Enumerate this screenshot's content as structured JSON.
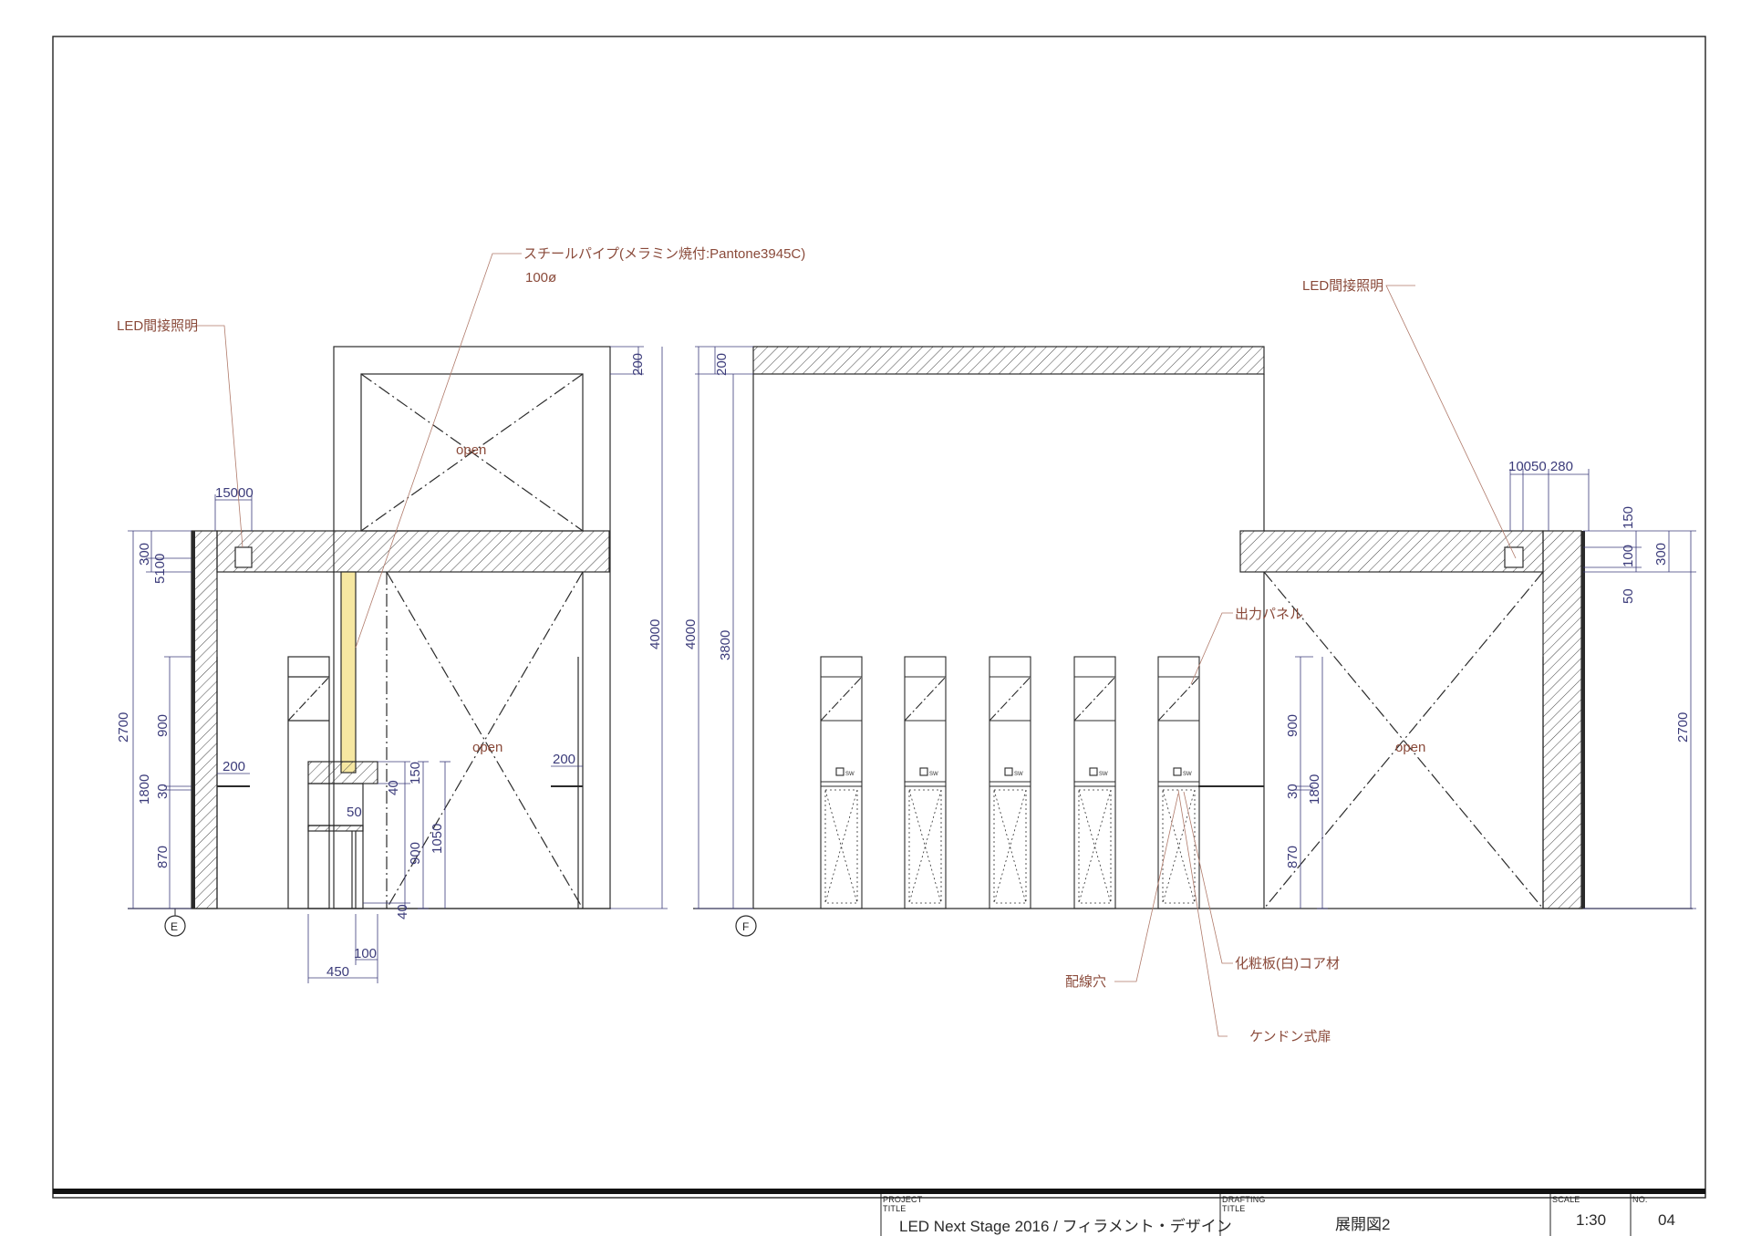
{
  "views": [
    {
      "id": "E",
      "label": "E"
    },
    {
      "id": "F",
      "label": "F"
    }
  ],
  "callouts": {
    "led_left": "LED間接照明",
    "led_right": "LED間接照明",
    "pipe_line1": "スチールパイプ(メラミン焼付:Pantone3945C)",
    "pipe_line2": "100ø",
    "output_panel": "出力パネル",
    "cosmetic_board": "化粧板(白)コア材",
    "wiring_hole": "配線穴",
    "kendon_door": "ケンドン式扉"
  },
  "open_labels": {
    "e_top": "open",
    "e_mid": "open",
    "f_mid": "open"
  },
  "dims_e": {
    "d15000": "15000",
    "d300": "300",
    "d5100": "5100",
    "d2700": "2700",
    "d900": "900",
    "d1800": "1800",
    "d30": "30",
    "d870": "870",
    "d200_left": "200",
    "d200_right": "200",
    "d200_top": "200",
    "d4000": "4000",
    "d40_top": "40",
    "d150": "150",
    "d50": "50",
    "d900_mid": "900",
    "d1050": "1050",
    "d40_bot": "40",
    "d100": "100",
    "d450": "450"
  },
  "dims_f": {
    "d200": "200",
    "d4000": "4000",
    "d3800": "3800",
    "d1005280": "10050 280",
    "d150": "150",
    "d100": "100",
    "d50": "50",
    "d300": "300",
    "d2700": "2700",
    "d900": "900",
    "d30": "30",
    "d1800": "1800",
    "d870": "870"
  },
  "panel_sw": "SW",
  "title_block": {
    "project_caption": "PROJECT TITLE",
    "project_value": "LED Next Stage 2016 / フィラメント・デザイン",
    "drafting_caption": "DRAFTING TITLE",
    "drafting_value": "展開図2",
    "scale_caption": "SCALE",
    "scale_value": "1:30",
    "no_caption": "NO.",
    "no_value": "04"
  },
  "colors": {
    "line": "#2b2b2b",
    "dim": "#3b3b7a",
    "callout": "#8a4a3a",
    "pipe": "#f6e7a1"
  }
}
